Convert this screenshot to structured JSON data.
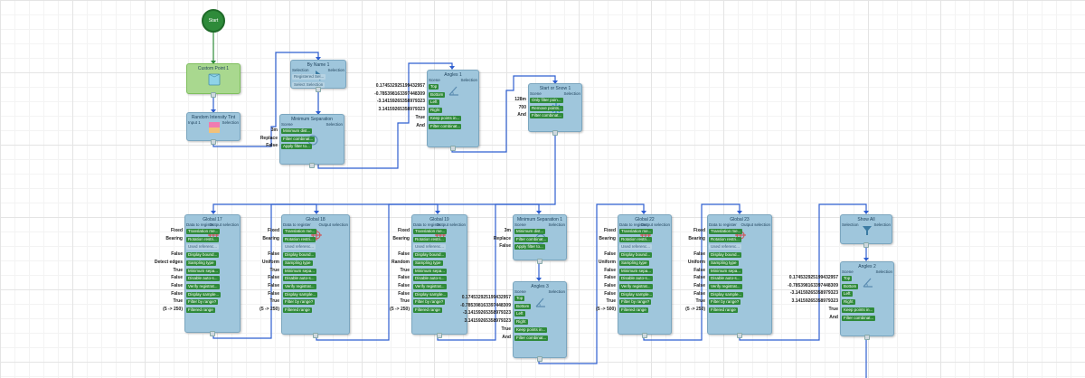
{
  "start": {
    "label": "Start"
  },
  "nodes": [
    {
      "id": "n1",
      "title": "Custom Point 1",
      "in": [],
      "out": [],
      "params": [],
      "ext": []
    },
    {
      "id": "n2",
      "title": "Random Intensity Tint",
      "in": [
        "Input 1"
      ],
      "out": [
        "Selection"
      ],
      "params": [],
      "ext": []
    },
    {
      "id": "n3",
      "title": "By Name 1",
      "in": [
        "Selection"
      ],
      "out": [
        "Selection"
      ],
      "params": [
        {
          "t": "Registered Sel...",
          "on": false
        },
        {
          "t": "Select Selection",
          "on": false
        }
      ],
      "ext": []
    },
    {
      "id": "n4",
      "title": "Minimum Separation",
      "in": [
        "Scene"
      ],
      "out": [
        "Selection"
      ],
      "params": [
        {
          "t": "Minimum dist...",
          "on": true
        },
        {
          "t": "Filter combinat...",
          "on": true
        },
        {
          "t": "Apply filter to...",
          "on": true
        }
      ],
      "ext": [
        "3m",
        "Replace",
        "False"
      ]
    },
    {
      "id": "n5",
      "title": "Angles 1",
      "in": [
        "Scene"
      ],
      "out": [
        "Selection"
      ],
      "params": [
        {
          "t": "Top",
          "on": true
        },
        {
          "t": "Bottom",
          "on": true
        },
        {
          "t": "Left",
          "on": true
        },
        {
          "t": "Right",
          "on": true
        },
        {
          "t": "Keep points in...",
          "on": true
        },
        {
          "t": "Filter combinat...",
          "on": true
        }
      ],
      "ext": [
        "0.174532925199432957",
        "-0.785398163397448309",
        "-3.14159265358979323",
        "3.14159265358979323",
        "True",
        "And"
      ]
    },
    {
      "id": "n6",
      "title": "Start or Snow 1",
      "in": [
        "Scene"
      ],
      "out": [
        "Selection"
      ],
      "params": [
        {
          "t": "Only filter poin...",
          "on": true
        },
        {
          "t": "Remove points...",
          "on": true
        },
        {
          "t": "Filter combinat...",
          "on": true
        }
      ],
      "ext": [
        "128m",
        "700",
        "And"
      ]
    },
    {
      "id": "n7",
      "title": "Global 17",
      "in": [
        "Data to register"
      ],
      "out": [
        "Output selection"
      ],
      "params": [
        {
          "t": "Translation me...",
          "on": true
        },
        {
          "t": "Rotation restri...",
          "on": true
        },
        {
          "t": "Used referenc...",
          "on": false
        },
        {
          "t": "Display bound...",
          "on": true
        },
        {
          "t": "Sampling type",
          "on": true
        },
        {
          "t": "Minimum sepa...",
          "on": true
        },
        {
          "t": "Disable auto-s...",
          "on": true
        },
        {
          "t": "Verify registrat...",
          "on": true
        },
        {
          "t": "Display sample...",
          "on": true
        },
        {
          "t": "Filter by range?",
          "on": true
        },
        {
          "t": "Filtered range",
          "on": true
        }
      ],
      "ext": [
        "Fixed",
        "Bearing",
        "",
        "False",
        "Detect edges",
        "True",
        "False",
        "False",
        "False",
        "True",
        "(5 -> 250)"
      ]
    },
    {
      "id": "n8",
      "title": "Global 18",
      "in": [
        "Data to register"
      ],
      "out": [
        "Output selection"
      ],
      "params": [
        {
          "t": "Translation me...",
          "on": true
        },
        {
          "t": "Rotation restri...",
          "on": true
        },
        {
          "t": "Used referenc...",
          "on": false
        },
        {
          "t": "Display bound...",
          "on": true
        },
        {
          "t": "Sampling type",
          "on": true
        },
        {
          "t": "Minimum sepa...",
          "on": true
        },
        {
          "t": "Disable auto-s...",
          "on": true
        },
        {
          "t": "Verify registrat...",
          "on": true
        },
        {
          "t": "Display sample...",
          "on": true
        },
        {
          "t": "Filter by range?",
          "on": true
        },
        {
          "t": "Filtered range",
          "on": true
        }
      ],
      "ext": [
        "Fixed",
        "Bearing",
        "",
        "False",
        "Uniform",
        "True",
        "False",
        "False",
        "False",
        "True",
        "(5 -> 250)"
      ]
    },
    {
      "id": "n9",
      "title": "Global 19",
      "in": [
        "Data to register"
      ],
      "out": [
        "Output selection"
      ],
      "params": [
        {
          "t": "Translation me...",
          "on": true
        },
        {
          "t": "Rotation restri...",
          "on": true
        },
        {
          "t": "Used referenc...",
          "on": false
        },
        {
          "t": "Display bound...",
          "on": true
        },
        {
          "t": "Sampling type",
          "on": true
        },
        {
          "t": "Minimum sepa...",
          "on": true
        },
        {
          "t": "Disable auto-s...",
          "on": true
        },
        {
          "t": "Verify registrat...",
          "on": true
        },
        {
          "t": "Display sample...",
          "on": true
        },
        {
          "t": "Filter by range?",
          "on": true
        },
        {
          "t": "Filtered range",
          "on": true
        }
      ],
      "ext": [
        "Fixed",
        "Bearing",
        "",
        "False",
        "Random",
        "True",
        "False",
        "False",
        "False",
        "True",
        "(5 -> 250)"
      ]
    },
    {
      "id": "n10",
      "title": "Minimum Separation 1",
      "in": [
        "Scene"
      ],
      "out": [
        "Selection"
      ],
      "params": [
        {
          "t": "Minimum dist...",
          "on": true
        },
        {
          "t": "Filter combinat...",
          "on": true
        },
        {
          "t": "Apply filter to...",
          "on": true
        }
      ],
      "ext": [
        "3m",
        "Replace",
        "False"
      ]
    },
    {
      "id": "n11",
      "title": "Angles 3",
      "in": [
        "Scene"
      ],
      "out": [
        "Selection"
      ],
      "params": [
        {
          "t": "Top",
          "on": true
        },
        {
          "t": "Bottom",
          "on": true
        },
        {
          "t": "Left",
          "on": true
        },
        {
          "t": "Right",
          "on": true
        },
        {
          "t": "Keep points in...",
          "on": true
        },
        {
          "t": "Filter combinat...",
          "on": true
        }
      ],
      "ext": [
        "0.174532925199432957",
        "-0.785398163397448309",
        "-3.14159265358979323",
        "3.14159265358979323",
        "True",
        "And"
      ]
    },
    {
      "id": "n12",
      "title": "Global 22",
      "in": [
        "Data to register"
      ],
      "out": [
        "Output selection"
      ],
      "params": [
        {
          "t": "Translation me...",
          "on": true
        },
        {
          "t": "Rotation restri...",
          "on": true
        },
        {
          "t": "Used referenc...",
          "on": false
        },
        {
          "t": "Display bound...",
          "on": true
        },
        {
          "t": "Sampling type",
          "on": true
        },
        {
          "t": "Minimum sepa...",
          "on": true
        },
        {
          "t": "Disable auto-s...",
          "on": true
        },
        {
          "t": "Verify registrat...",
          "on": true
        },
        {
          "t": "Display sample...",
          "on": true
        },
        {
          "t": "Filter by range?",
          "on": true
        },
        {
          "t": "Filtered range",
          "on": true
        }
      ],
      "ext": [
        "Fixed",
        "Bearing",
        "",
        "False",
        "Uniform",
        "False",
        "False",
        "False",
        "False",
        "True",
        "(5 -> 500)"
      ]
    },
    {
      "id": "n13",
      "title": "Global 23",
      "in": [
        "Data to register"
      ],
      "out": [
        "Output selection"
      ],
      "params": [
        {
          "t": "Translation me...",
          "on": true
        },
        {
          "t": "Rotation restri...",
          "on": true
        },
        {
          "t": "Used referenc...",
          "on": false
        },
        {
          "t": "Display bound...",
          "on": true
        },
        {
          "t": "Sampling type",
          "on": true
        },
        {
          "t": "Minimum sepa...",
          "on": true
        },
        {
          "t": "Disable auto-s...",
          "on": true
        },
        {
          "t": "Verify registrat...",
          "on": true
        },
        {
          "t": "Display sample...",
          "on": true
        },
        {
          "t": "Filter by range?",
          "on": true
        },
        {
          "t": "Filtered range",
          "on": true
        }
      ],
      "ext": [
        "Fixed",
        "Bearing",
        "",
        "False",
        "Uniform",
        "False",
        "False",
        "False",
        "False",
        "True",
        "(5 -> 250)"
      ]
    },
    {
      "id": "n14",
      "title": "Show All",
      "in": [
        "Selection"
      ],
      "out": [
        "Selection"
      ],
      "params": [],
      "ext": []
    },
    {
      "id": "n15",
      "title": "Angles 2",
      "in": [
        "Scene"
      ],
      "out": [
        "Selection"
      ],
      "params": [
        {
          "t": "Top",
          "on": true
        },
        {
          "t": "Bottom",
          "on": true
        },
        {
          "t": "Left",
          "on": true
        },
        {
          "t": "Right",
          "on": true
        },
        {
          "t": "Keep points in...",
          "on": true
        },
        {
          "t": "Filter combinat...",
          "on": true
        }
      ],
      "ext": [
        "0.174532925199432957",
        "-0.785398163397448309",
        "-3.14159265358979323",
        "3.14159265358979323",
        "True",
        "And"
      ]
    }
  ]
}
